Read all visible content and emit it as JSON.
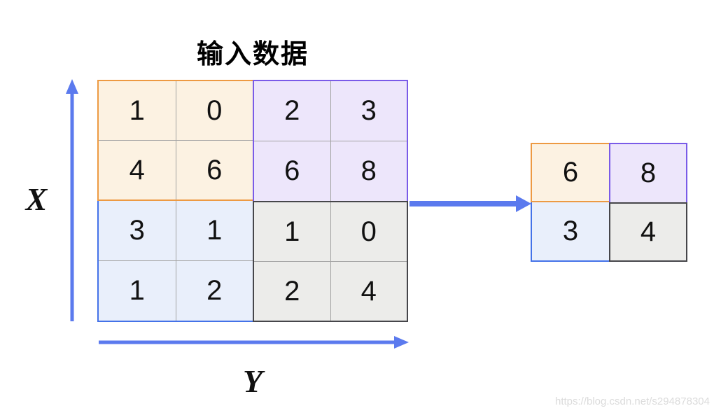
{
  "title": "输入数据",
  "axes": {
    "x_label": "X",
    "y_label": "Y"
  },
  "colors": {
    "arrow_blue": "#5b7aee",
    "orange_border": "#ed9a43",
    "orange_fill": "#fcf2e2",
    "purple_border": "#7a5be8",
    "purple_fill": "#ede6fb",
    "blue_border": "#4472e8",
    "blue_fill": "#e9effb",
    "gray_border": "#46464a",
    "gray_fill": "#ececea",
    "divider_gray": "#a3a3a3",
    "watermark_gray": "#dbdbdb"
  },
  "input_grid": {
    "quadrants": {
      "top_left": {
        "color": "orange",
        "values": [
          [
            "1",
            "0"
          ],
          [
            "4",
            "6"
          ]
        ]
      },
      "top_right": {
        "color": "purple",
        "values": [
          [
            "2",
            "3"
          ],
          [
            "6",
            "8"
          ]
        ]
      },
      "bottom_left": {
        "color": "blue",
        "values": [
          [
            "3",
            "1"
          ],
          [
            "1",
            "2"
          ]
        ]
      },
      "bottom_right": {
        "color": "gray",
        "values": [
          [
            "1",
            "0"
          ],
          [
            "2",
            "4"
          ]
        ]
      }
    }
  },
  "output_grid": {
    "cells": {
      "top_left": {
        "color": "orange",
        "value": "6"
      },
      "top_right": {
        "color": "purple",
        "value": "8"
      },
      "bottom_left": {
        "color": "blue",
        "value": "3"
      },
      "bottom_right": {
        "color": "gray",
        "value": "4"
      }
    }
  },
  "watermark": "https://blog.csdn.net/s294878304"
}
